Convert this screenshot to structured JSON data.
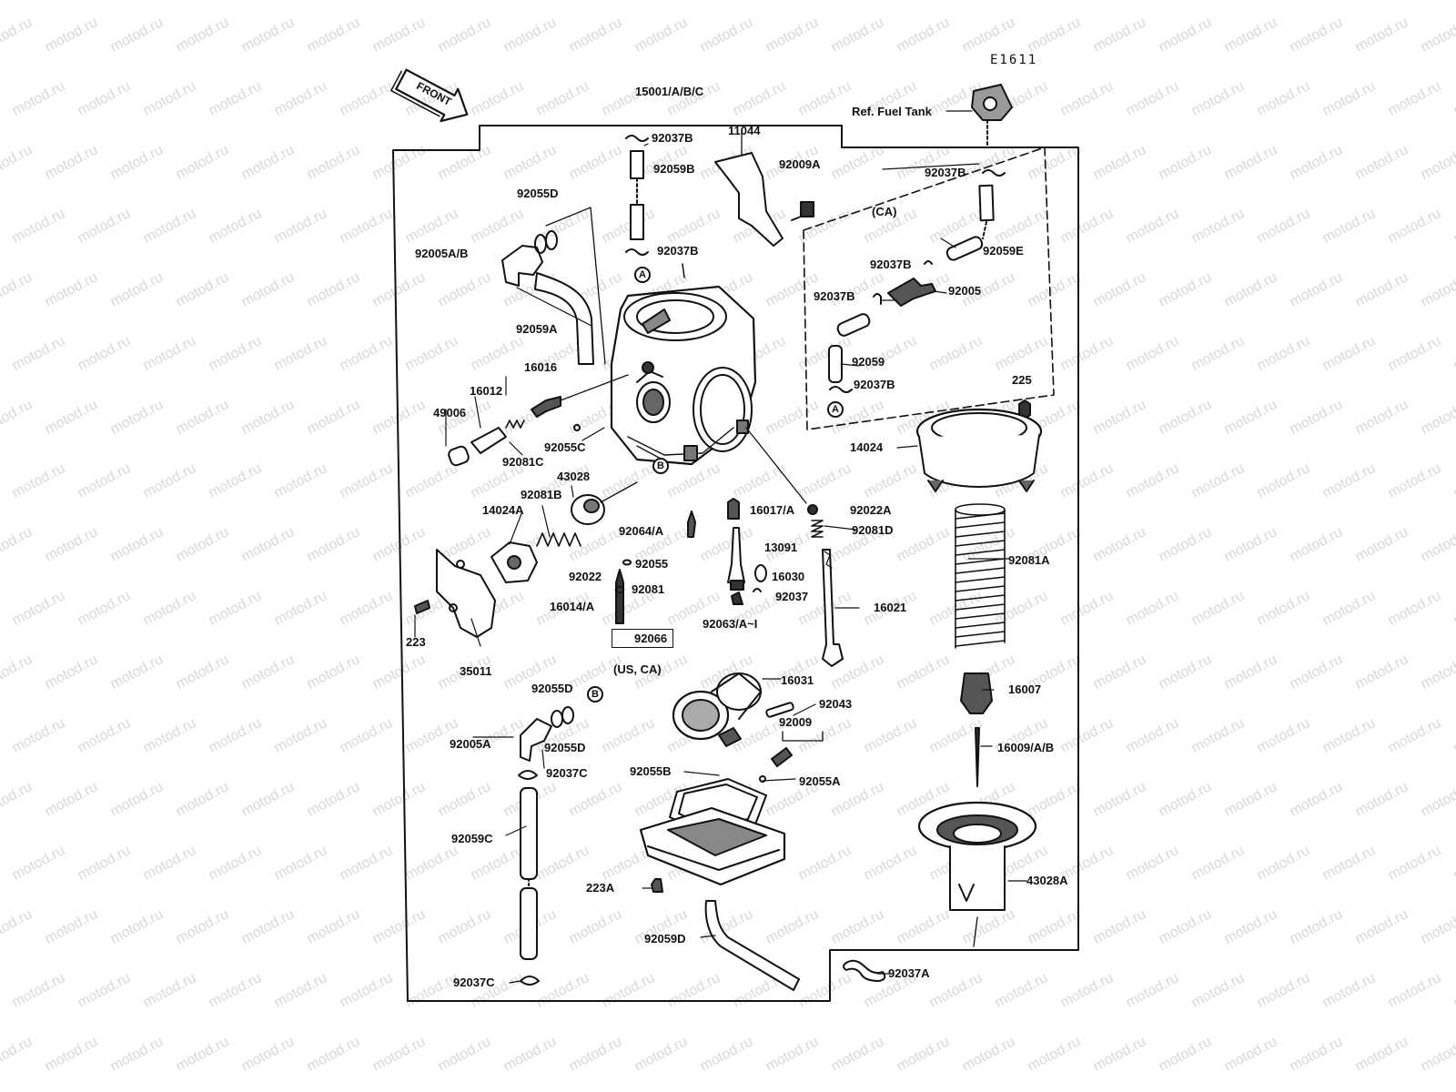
{
  "diagram_code": "E1611",
  "watermark": "motod.ru",
  "front_label": "FRONT",
  "labels": {
    "assembly": "15001/A/B/C",
    "ref_fuel_tank": "Ref. Fuel Tank",
    "l_92037b_top": "92037B",
    "l_11044": "11044",
    "l_92009a": "92009A",
    "l_92059b": "92059B",
    "l_92037b_ft": "92037B",
    "l_92055d_1": "92055D",
    "l_ca": "(CA)",
    "l_92005ab": "92005A/B",
    "l_92037b_2": "92037B",
    "l_92059e": "92059E",
    "l_92037b_3": "92037B",
    "l_92005": "92005",
    "l_92037b_4": "92037B",
    "l_92059a": "92059A",
    "l_92059": "92059",
    "l_92037b_5": "92037B",
    "l_16016": "16016",
    "l_16012": "16012",
    "l_225": "225",
    "l_49006": "49006",
    "l_92055c": "92055C",
    "l_14024": "14024",
    "l_92081c": "92081C",
    "l_43028": "43028",
    "l_92081b": "92081B",
    "l_14024a": "14024A",
    "l_16017a": "16017/A",
    "l_92022a": "92022A",
    "l_92064a": "92064/A",
    "l_92081d": "92081D",
    "l_13091": "13091",
    "l_92055": "92055",
    "l_92081a": "92081A",
    "l_92022": "92022",
    "l_16030": "16030",
    "l_92081": "92081",
    "l_92037": "92037",
    "l_16014a": "16014/A",
    "l_16021": "16021",
    "l_92063a": "92063/A~I",
    "l_92066": "92066",
    "l_223": "223",
    "l_35011": "35011",
    "l_usca": "(US, CA)",
    "l_16031": "16031",
    "l_16007": "16007",
    "l_92055d_2": "92055D",
    "l_92043": "92043",
    "l_92009": "92009",
    "l_92005a": "92005A",
    "l_92055d_3": "92055D",
    "l_16009": "16009/A/B",
    "l_92037c_1": "92037C",
    "l_92055b": "92055B",
    "l_92055a": "92055A",
    "l_92059c": "92059C",
    "l_43028a": "43028A",
    "l_223a": "223A",
    "l_92059d": "92059D",
    "l_92037c_2": "92037C",
    "l_92037a": "92037A"
  },
  "callouts": {
    "a1": "A",
    "a2": "A",
    "b1": "B",
    "b2": "B"
  }
}
